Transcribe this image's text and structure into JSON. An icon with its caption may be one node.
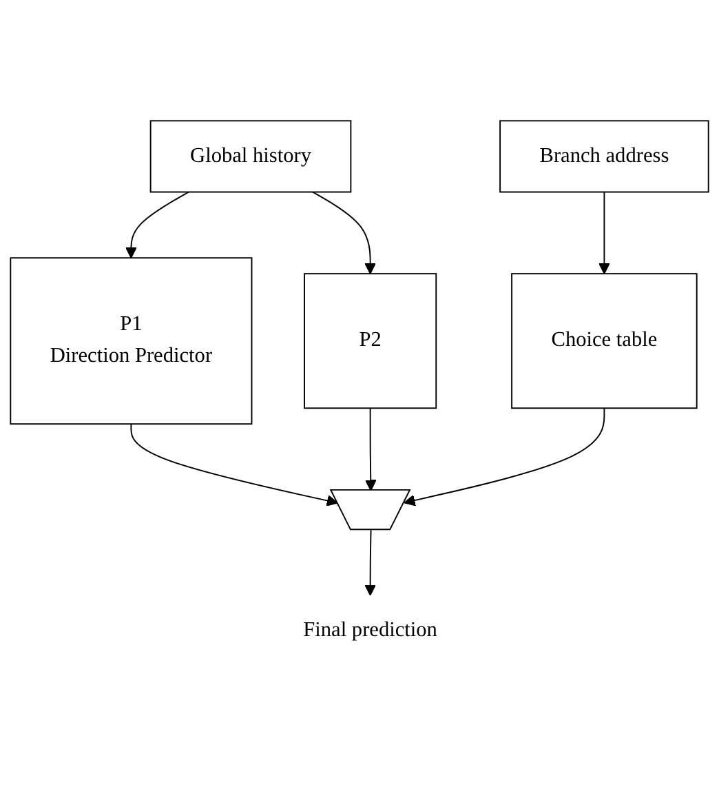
{
  "diagram": {
    "nodes": [
      {
        "text": [
          "Global history"
        ]
      },
      {
        "text": [
          "Branch address"
        ]
      },
      {
        "text": [
          "P1",
          "Direction Predictor"
        ]
      },
      {
        "text": [
          "P2"
        ]
      },
      {
        "text": [
          "Choice table"
        ]
      },
      {
        "text": [],
        "shape": "trapezoid"
      },
      {
        "text": [
          "Final prediction"
        ]
      }
    ],
    "edges": [
      {
        "from": 0,
        "to": 2,
        "arrow": "to"
      },
      {
        "from": 0,
        "to": 3,
        "arrow": "to"
      },
      {
        "from": 1,
        "to": 4,
        "arrow": "to"
      },
      {
        "from": 2,
        "to": 5,
        "arrow": "to"
      },
      {
        "from": 3,
        "to": 5,
        "arrow": "to"
      },
      {
        "from": 4,
        "to": 5,
        "arrow": "to"
      },
      {
        "from": 5,
        "to": 6,
        "arrow": "to"
      }
    ]
  }
}
